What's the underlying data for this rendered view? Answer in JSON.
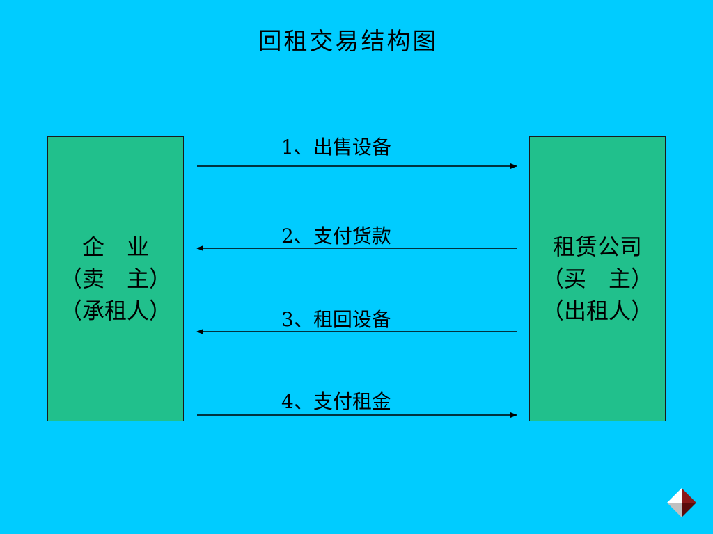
{
  "title": "回租交易结构图",
  "left_box": {
    "lines": [
      "企　业",
      "（卖　主）",
      "（承租人）"
    ]
  },
  "right_box": {
    "lines": [
      "租赁公司",
      "（买　主）",
      "（出租人）"
    ]
  },
  "steps": [
    {
      "label": "1、出售设备",
      "direction": "right"
    },
    {
      "label": "2、支付货款",
      "direction": "left"
    },
    {
      "label": "3、租回设备",
      "direction": "left"
    },
    {
      "label": "4、支付租金",
      "direction": "right"
    }
  ],
  "colors": {
    "background": "#00CCFF",
    "box_fill": "#21C08C",
    "arrow": "#000000"
  },
  "nav_icon": "diamond-nav-icon"
}
